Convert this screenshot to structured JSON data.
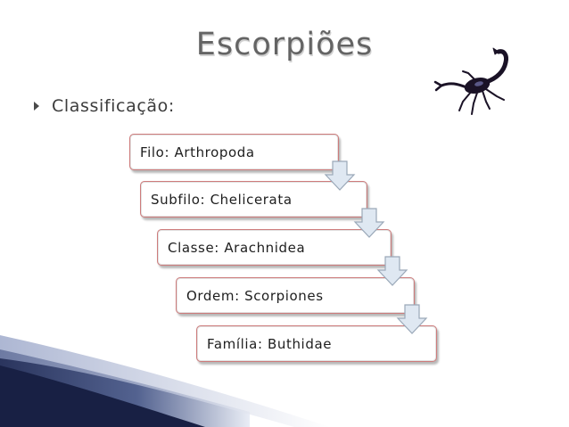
{
  "slide": {
    "title": "Escorpiões",
    "bullet": "Classificação:",
    "levels": [
      "Filo: Arthropoda",
      "Subfilo: Chelicerata",
      "Classe: Arachnidea",
      "Ordem: Scorpiones",
      "Família: Buthidae"
    ]
  },
  "colors": {
    "title": "#646464",
    "arrow_fill": "#dfe8f2",
    "arrow_stroke": "#9aa8b8",
    "deco_dark": "#2a3560",
    "deco_light": "#c9d2e6",
    "scorpion": "#1a1226"
  },
  "icons": [
    "bullet-arrow-icon",
    "scorpion-icon",
    "down-arrow-icon"
  ]
}
